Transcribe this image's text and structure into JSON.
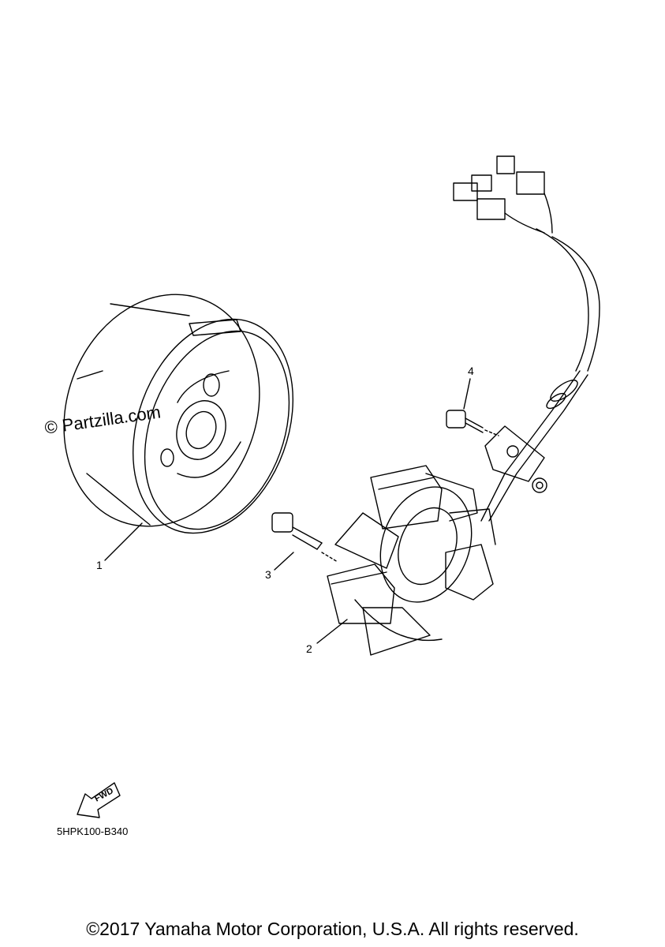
{
  "watermark": "© Partzilla.com",
  "callouts": [
    {
      "id": "1",
      "label": "1"
    },
    {
      "id": "2",
      "label": "2"
    },
    {
      "id": "3",
      "label": "3"
    },
    {
      "id": "4",
      "label": "4"
    }
  ],
  "fwd_label": "FWD",
  "diagram_code": "5HPK100-B340",
  "copyright": "©2017 Yamaha Motor Corporation, U.S.A. All rights reserved.",
  "parts": [
    {
      "ref": "1",
      "icon": "rotor-flywheel-icon"
    },
    {
      "ref": "2",
      "icon": "stator-assembly-icon"
    },
    {
      "ref": "3",
      "icon": "bolt-icon"
    },
    {
      "ref": "4",
      "icon": "bolt-icon"
    }
  ]
}
